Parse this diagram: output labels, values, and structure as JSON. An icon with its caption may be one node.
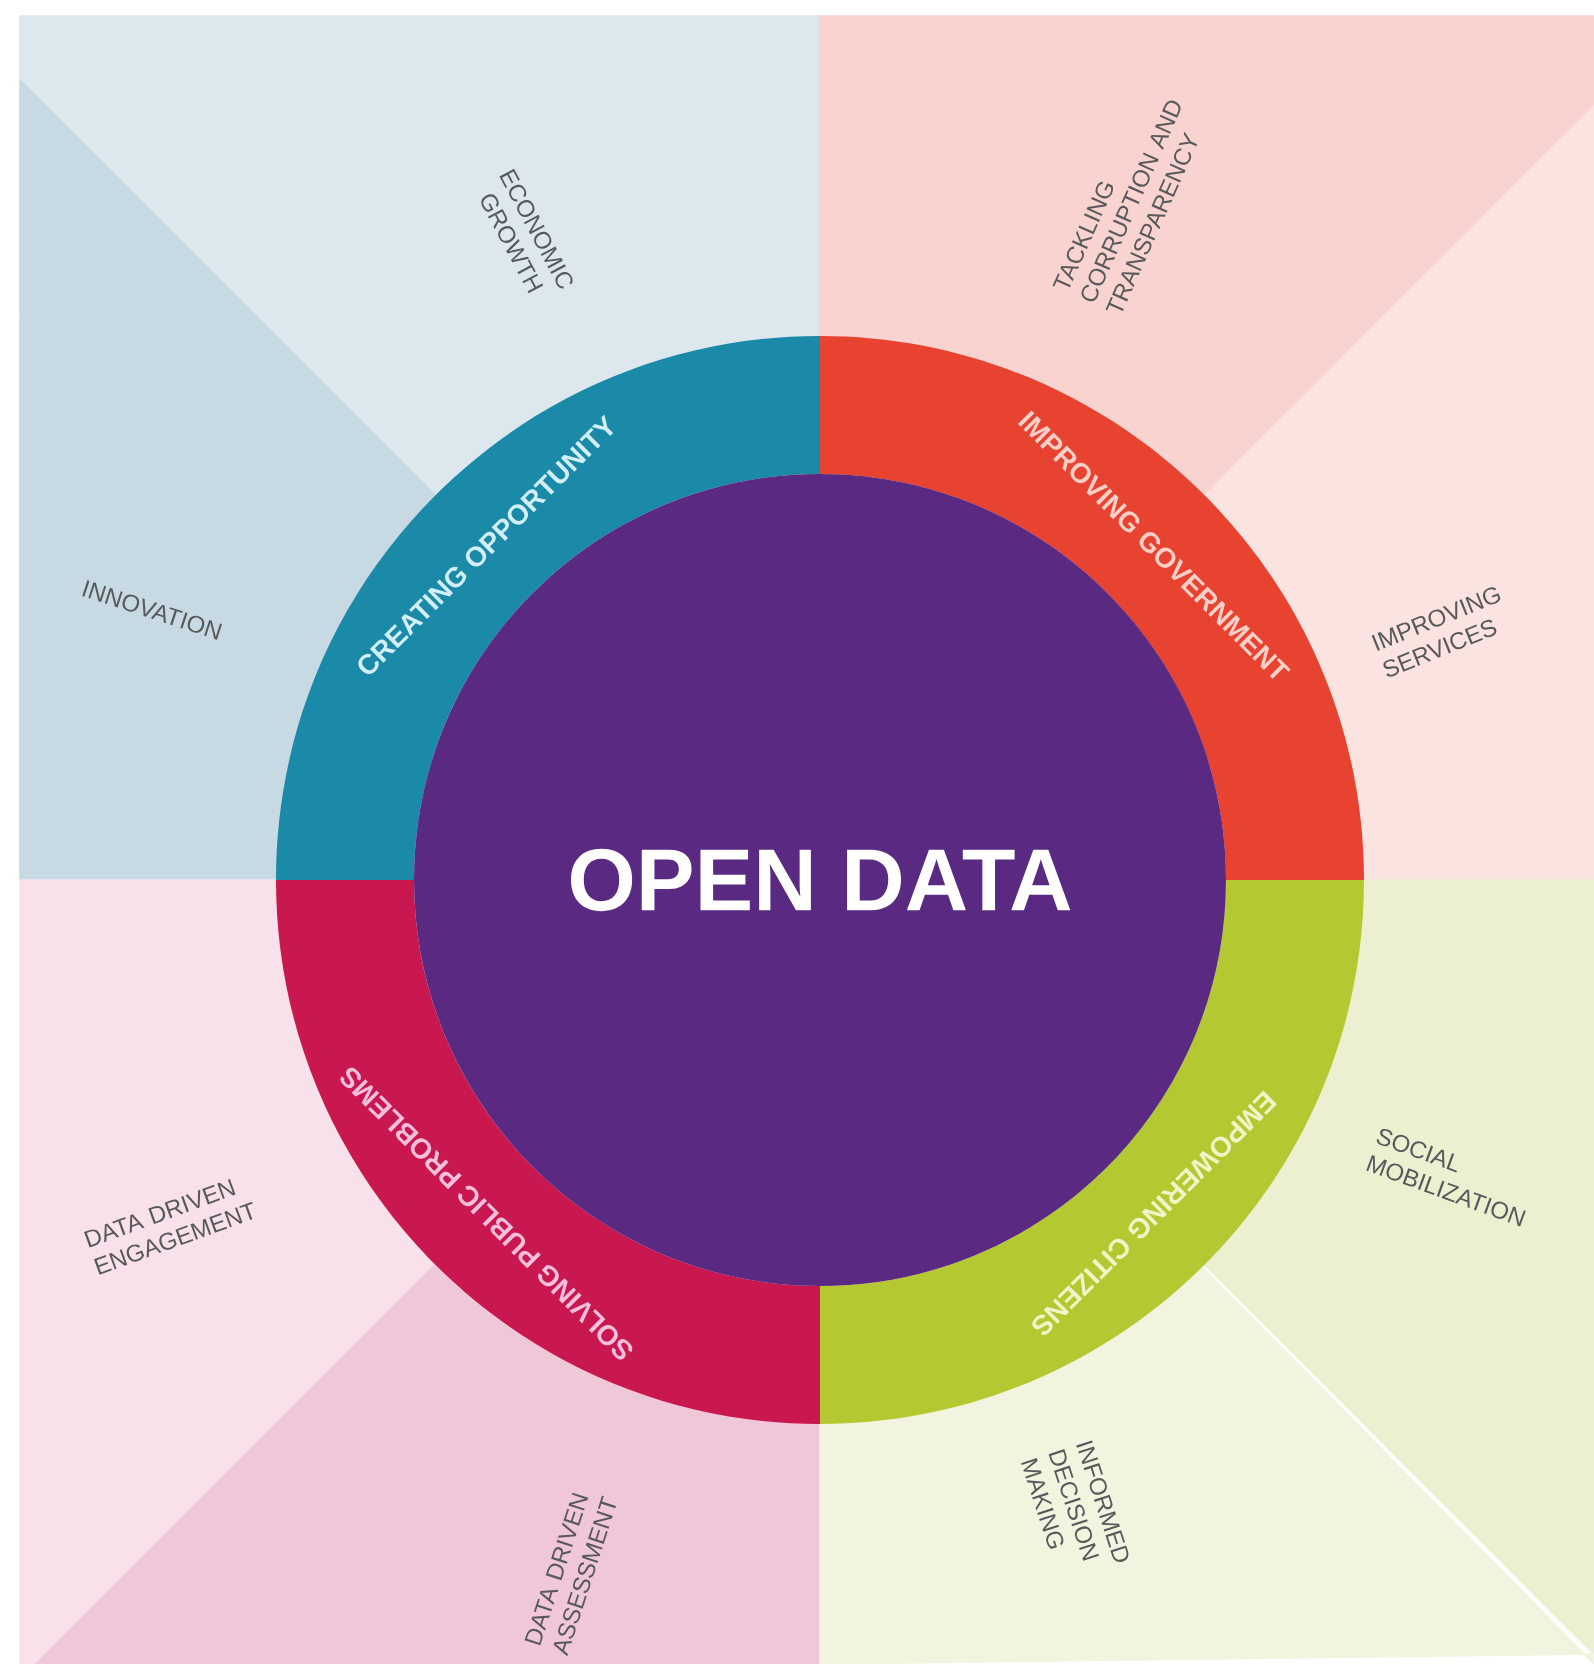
{
  "diagram": {
    "nodes": [
      {
        "text": [
          "OPEN DATA"
        ]
      },
      {
        "text": [
          "CREATING OPPORTUNITY"
        ]
      },
      {
        "text": [
          "IMPROVING GOVERNMENT"
        ]
      },
      {
        "text": [
          "EMPOWERING CITIZENS"
        ]
      },
      {
        "text": [
          "SOLVING PUBLIC PROBLEMS"
        ]
      },
      {
        "text": [
          "ECONOMIC GROWTH"
        ]
      },
      {
        "text": [
          "TACKLING CORRUPTION AND TRANSPARENCY"
        ]
      },
      {
        "text": [
          "INNOVATION"
        ]
      },
      {
        "text": [
          "IMPROVING SERVICES"
        ]
      },
      {
        "text": [
          "DATA DRIVEN ENGAGEMENT"
        ]
      },
      {
        "text": [
          "SOCIAL MOBILIZATION"
        ]
      },
      {
        "text": [
          "DATA DRIVEN ASSESSMENT"
        ]
      },
      {
        "text": [
          "INFORMED DECISION MAKING"
        ]
      }
    ]
  }
}
